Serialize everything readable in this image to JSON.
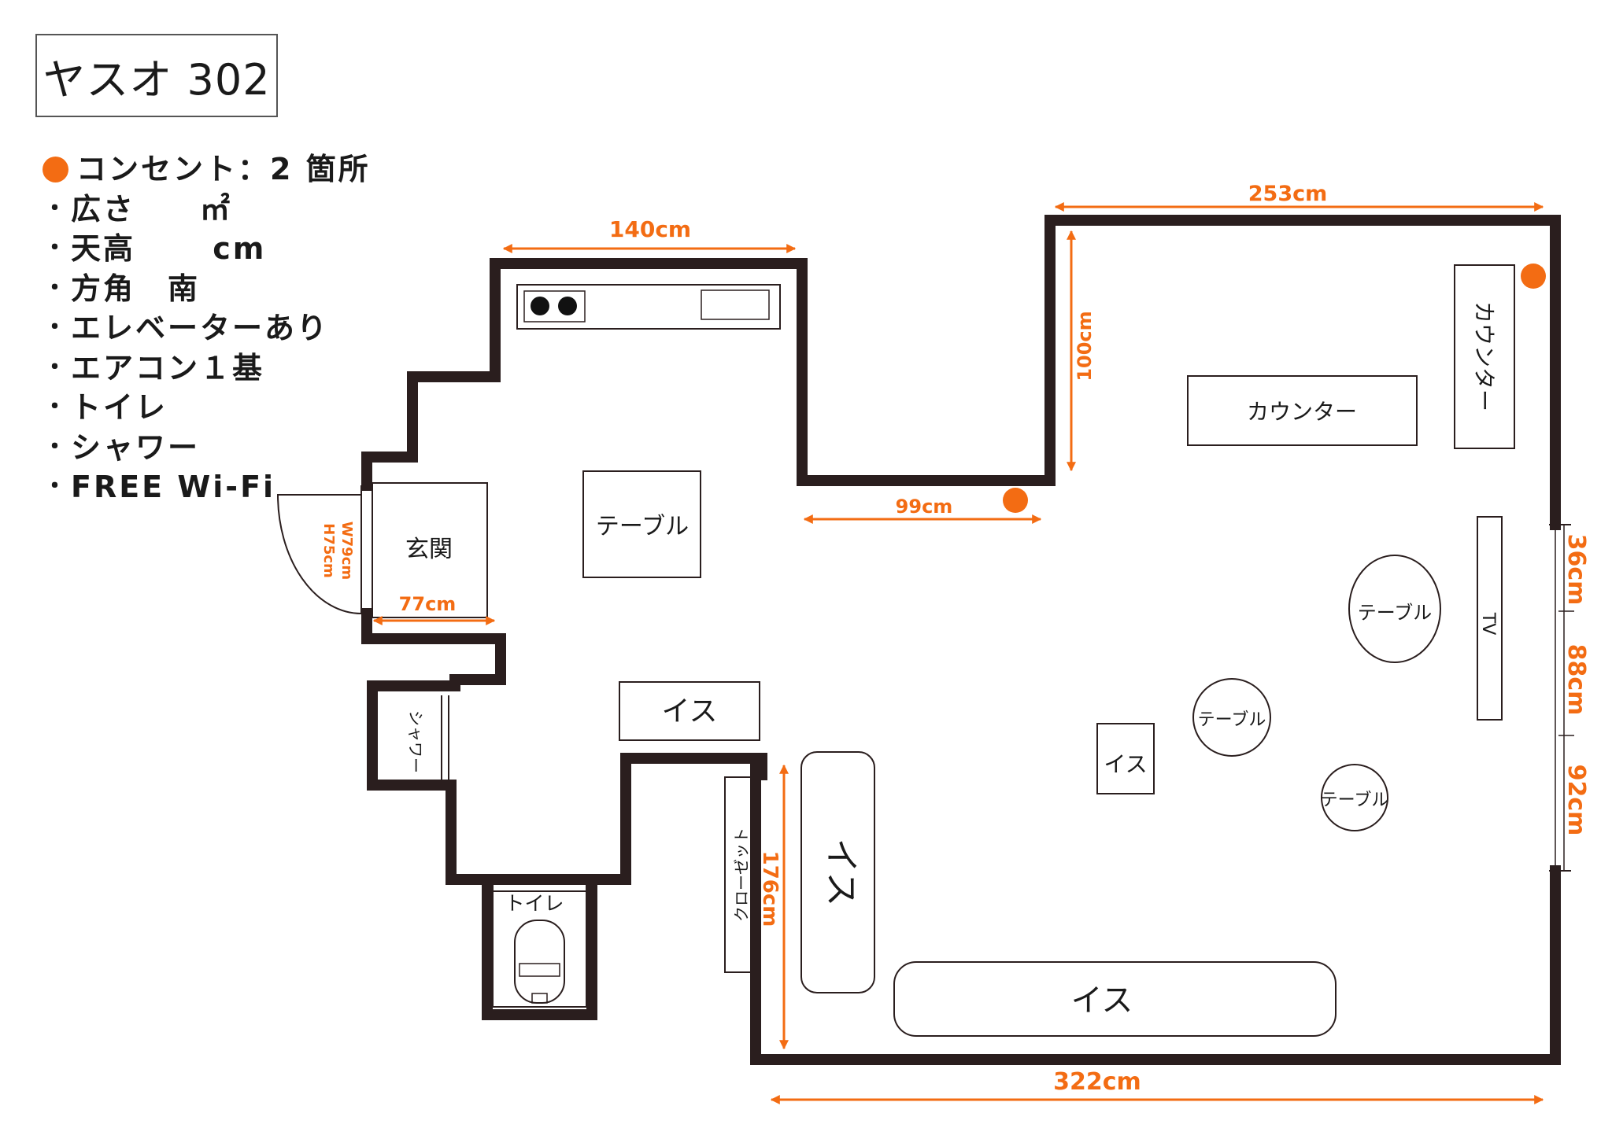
{
  "title": "ヤスオ 302",
  "legend": {
    "outlet_label": "コンセント：2 箇所",
    "items": [
      "広さ　　㎡",
      "天高　　 cm",
      "方角　南",
      "エレベーターあり",
      "エアコン１基",
      "トイレ",
      "シャワー",
      "FREE Wi-Fi"
    ],
    "bullet": "・"
  },
  "rooms": {
    "entrance": "玄関",
    "shower": "シャワー",
    "toilet": "トイレ",
    "closet": "クローゼット",
    "tv": "TV"
  },
  "furniture": {
    "table_kitchen": "テーブル",
    "counter_center": "カウンター",
    "counter_side": "カウンター",
    "chair_small": "イス",
    "chair_mid": "イス",
    "chair_long": "イス",
    "chair_vertical": "イス",
    "table_round_1": "テーブル",
    "table_round_2": "テーブル",
    "table_round_3": "テーブル"
  },
  "dimensions": {
    "kitchen_width": "140cm",
    "room_top": "253cm",
    "wall_drop": "100cm",
    "notch": "99cm",
    "entrance_width": "77cm",
    "door": "W79cm\nH75cm",
    "door_w": "W79cm",
    "door_h": "H75cm",
    "window_1": "36cm",
    "window_2": "88cm",
    "window_3": "92cm",
    "left_height": "176cm",
    "bottom": "322cm"
  },
  "colors": {
    "accent": "#f36c13",
    "wall": "#2a1e1e"
  }
}
